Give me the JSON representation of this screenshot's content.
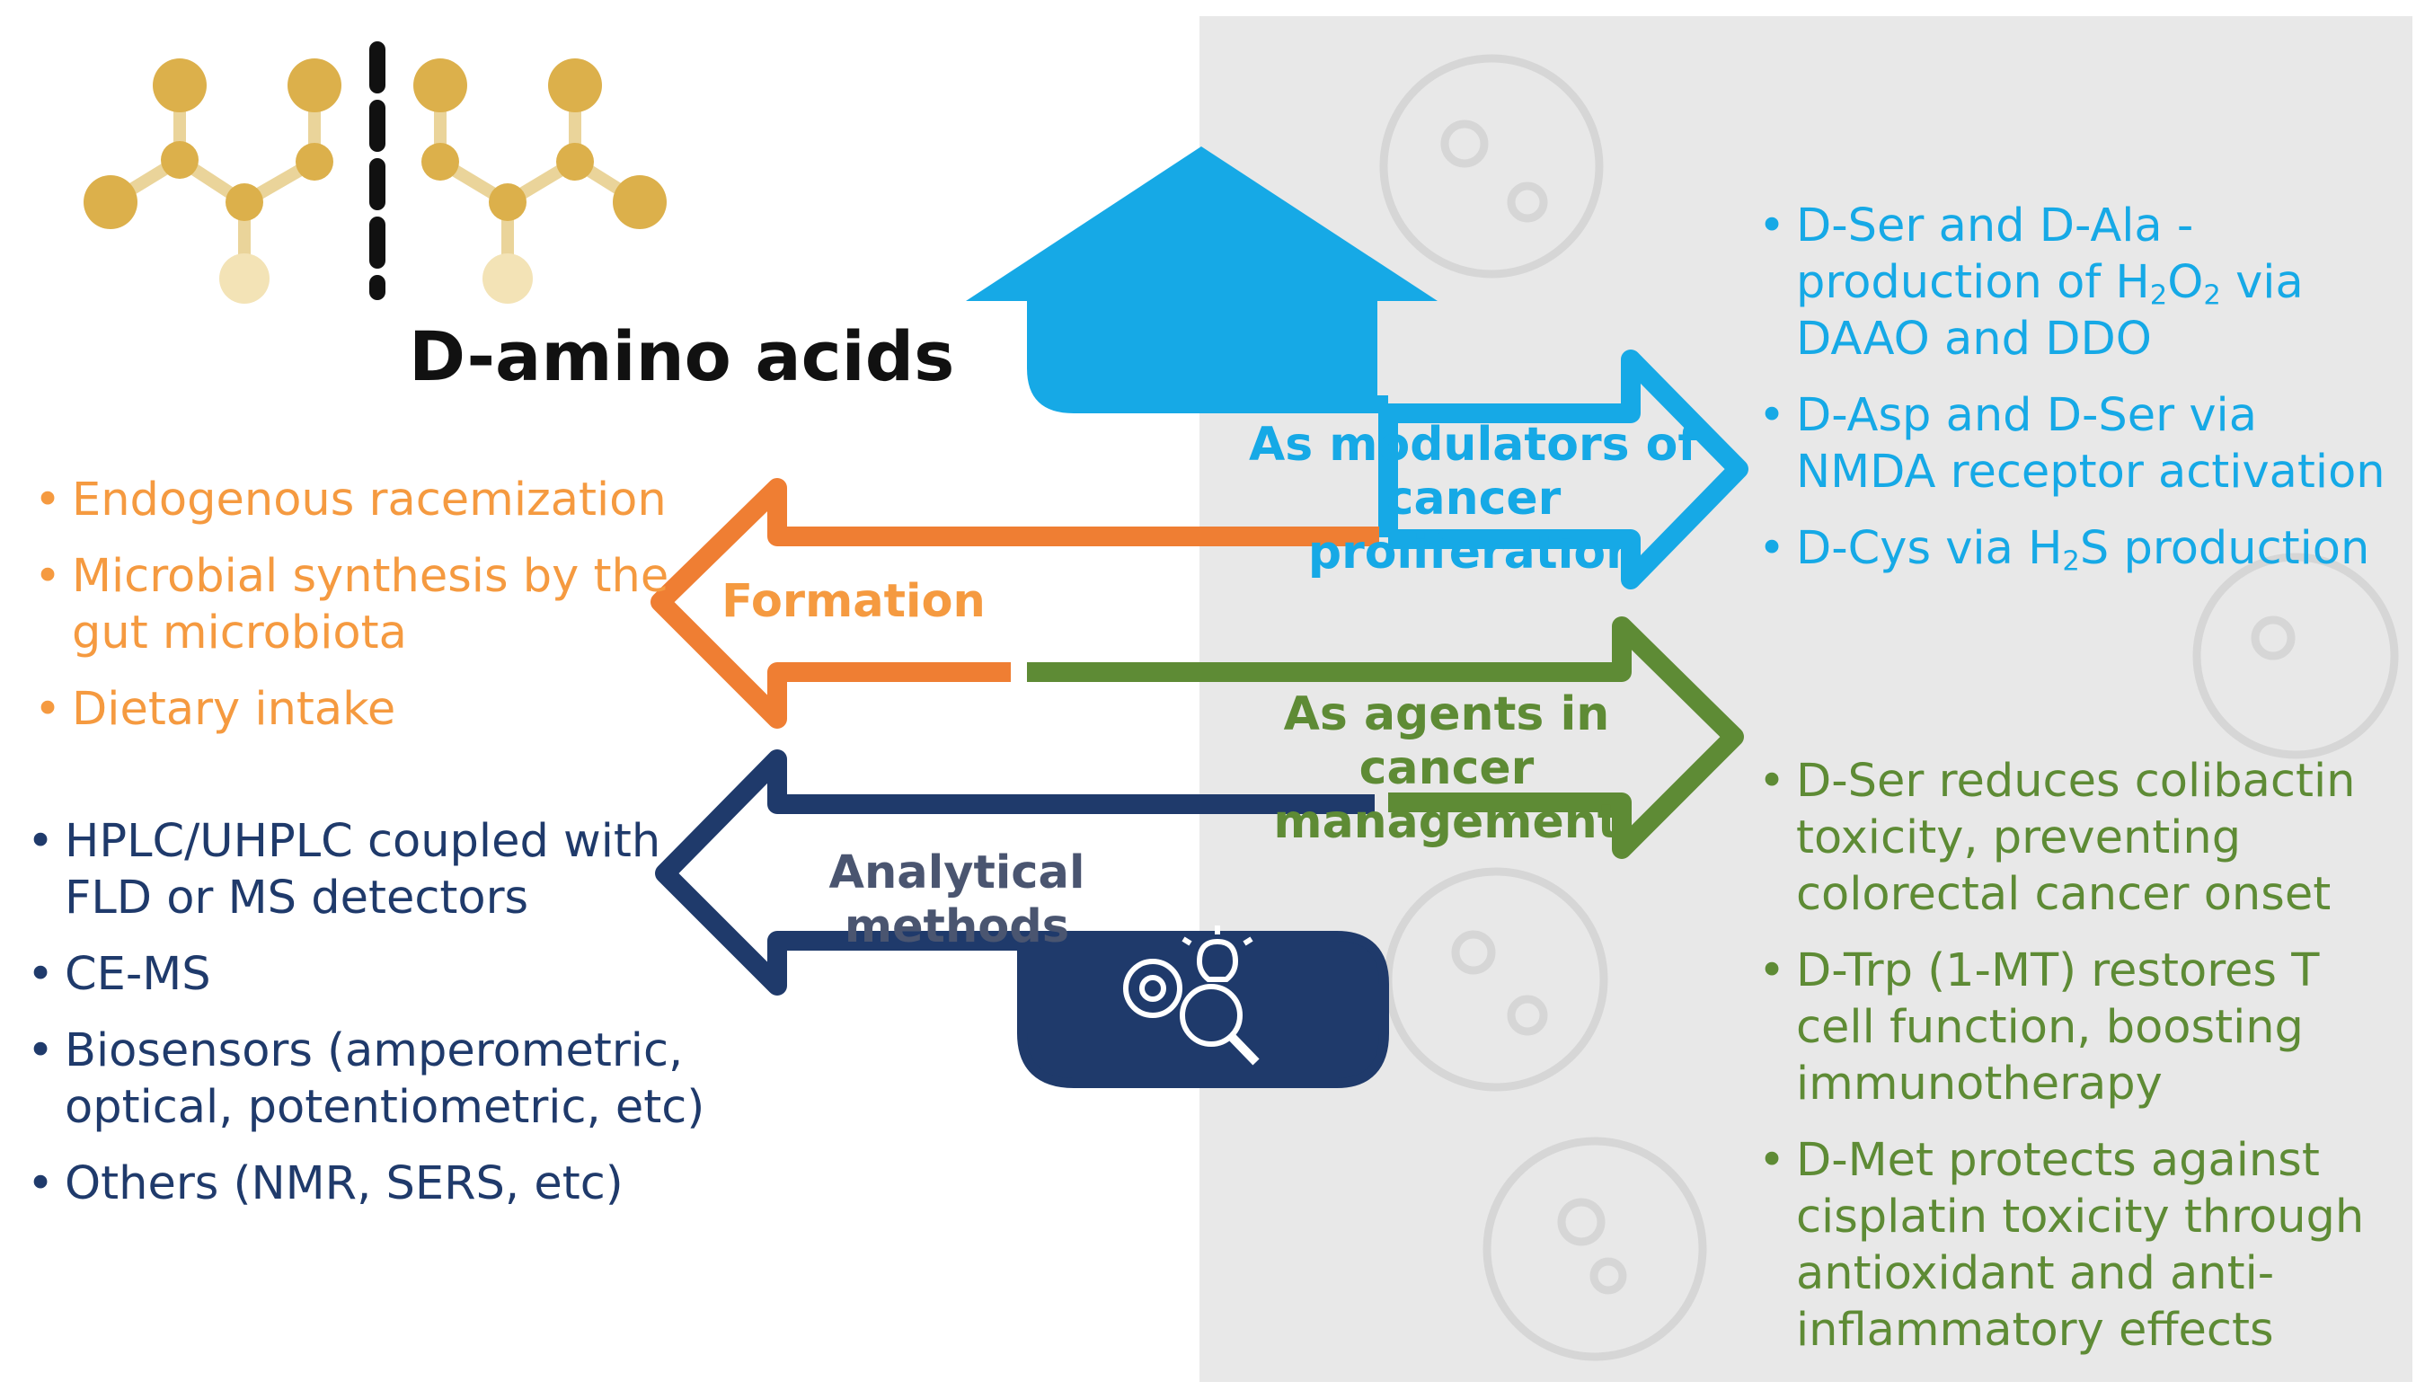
{
  "title": "D-amino acids",
  "colors": {
    "blue": "#16a9e6",
    "orange": "#ef7e33",
    "navy": "#1f3a6b",
    "green": "#5e8b35",
    "gold": "#dcb04b",
    "panel": "#e8e8e8"
  },
  "icons": {
    "molecule": "molecule-icon",
    "virus": "virus-icon",
    "analysis": "gear-magnifier-bulb-icon"
  },
  "arrows": {
    "modulators": "As modulators of cancer proliferation",
    "formation": "Formation",
    "agents": "As agents in cancer management",
    "analytical": "Analytical methods"
  },
  "formation_items": [
    "Endogenous racemization",
    "Microbial synthesis by the gut microbiota",
    "Dietary intake"
  ],
  "analytical_items": [
    "HPLC/UHPLC coupled with FLD or MS detectors",
    "CE-MS",
    "Biosensors (amperometric, optical, potentiometric, etc)",
    "Others (NMR, SERS, etc)"
  ],
  "modulator_items": [
    {
      "pre": "D-Ser and D-Ala - production of H",
      "s1": "2",
      "mid": "O",
      "s2": "2",
      "post": " via DAAO and DDO"
    },
    {
      "text": "D-Asp and D-Ser via NMDA receptor activation"
    },
    {
      "pre": "D-Cys via H",
      "s1": "2",
      "post": "S production"
    }
  ],
  "agent_items": [
    "D-Ser reduces colibactin toxicity, preventing colorectal cancer onset",
    "D-Trp (1-MT) restores T cell function, boosting immunotherapy",
    "D-Met protects against cisplatin toxicity through antioxidant and anti-inflammatory effects"
  ]
}
